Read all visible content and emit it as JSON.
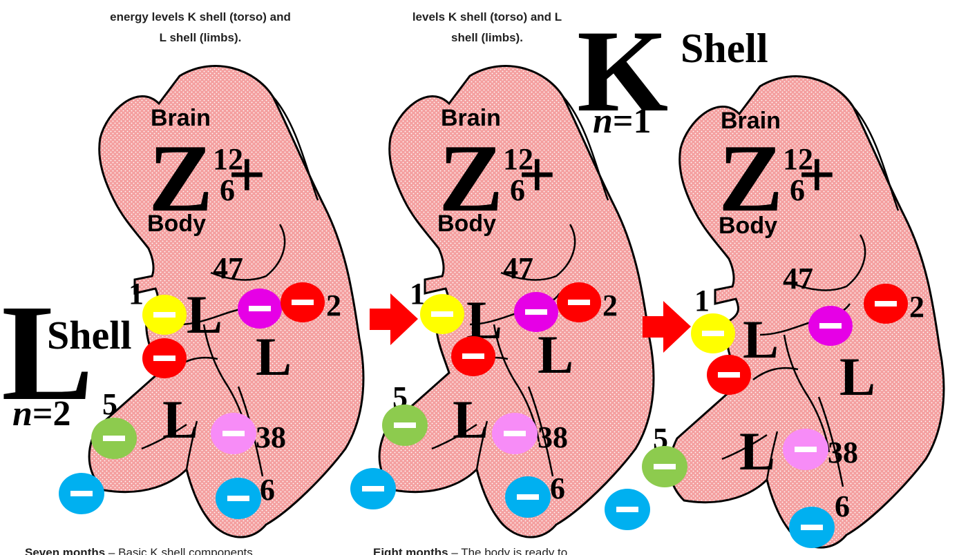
{
  "captions": {
    "top_left_1": "energy levels K shell (torso) and",
    "top_left_2": "L shell (limbs).",
    "top_mid_1": "levels K shell (torso) and L",
    "top_mid_2": "shell (limbs).",
    "bottom_left_bold": "Seven months",
    "bottom_left_rest": " – Basic K shell components",
    "bottom_mid_bold": "Eight months",
    "bottom_mid_rest": " – The body is ready to"
  },
  "labels": {
    "brain": "Brain",
    "body": "Body",
    "nucleus_letter": "Z",
    "mass_number": "12",
    "atomic_number": "6",
    "charge": "+",
    "limb_letter": "L",
    "torso_number": "47"
  },
  "shells": {
    "k": {
      "letter": "K",
      "word": "Shell",
      "n_var": "n",
      "n_eq": "=1"
    },
    "l": {
      "letter": "L",
      "word": "Shell",
      "n_var": "n",
      "n_eq": "=2"
    }
  },
  "electron_numbers": [
    "1",
    "2",
    "5",
    "38",
    "6"
  ],
  "colors": {
    "body_fill": "#f4a0a0",
    "yellow": "#ffff00",
    "magenta": "#e600e6",
    "red": "#ff0000",
    "green": "#8dcb4e",
    "pink": "#f78cf7",
    "blue": "#00b0f0",
    "arrow": "#ff0000"
  },
  "icons": [
    "red-arrow-icon",
    "minus-icon"
  ]
}
